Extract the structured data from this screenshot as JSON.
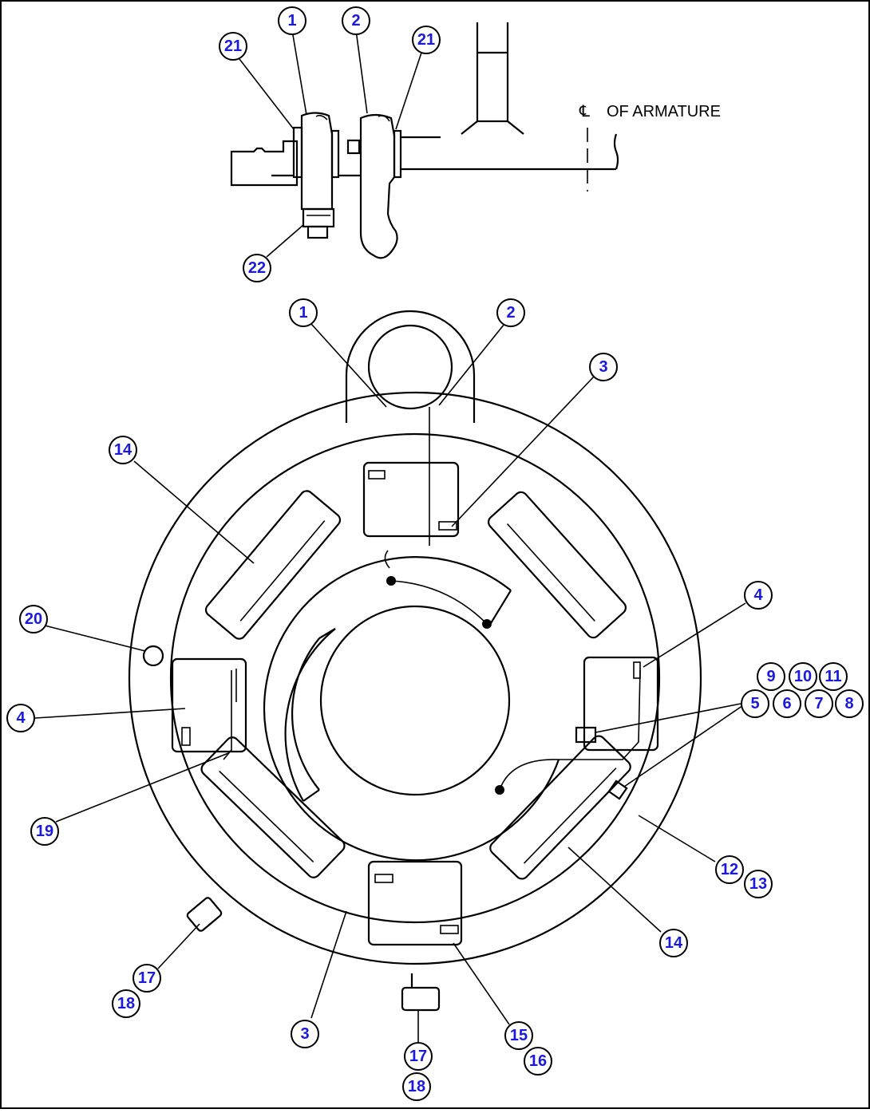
{
  "diagram": {
    "centerline_symbol": "℄",
    "centerline_label": "OF ARMATURE",
    "callouts": [
      {
        "id": "top-1",
        "label": "1"
      },
      {
        "id": "top-2",
        "label": "2"
      },
      {
        "id": "top-21-left",
        "label": "21"
      },
      {
        "id": "top-21-right",
        "label": "21"
      },
      {
        "id": "top-22",
        "label": "22"
      },
      {
        "id": "main-1",
        "label": "1"
      },
      {
        "id": "main-2",
        "label": "2"
      },
      {
        "id": "main-3-top",
        "label": "3"
      },
      {
        "id": "main-14-left",
        "label": "14"
      },
      {
        "id": "main-20",
        "label": "20"
      },
      {
        "id": "main-4-left",
        "label": "4"
      },
      {
        "id": "main-4-right",
        "label": "4"
      },
      {
        "id": "main-9",
        "label": "9"
      },
      {
        "id": "main-10",
        "label": "10"
      },
      {
        "id": "main-11",
        "label": "11"
      },
      {
        "id": "main-5",
        "label": "5"
      },
      {
        "id": "main-6",
        "label": "6"
      },
      {
        "id": "main-7",
        "label": "7"
      },
      {
        "id": "main-8",
        "label": "8"
      },
      {
        "id": "main-19",
        "label": "19"
      },
      {
        "id": "main-12",
        "label": "12"
      },
      {
        "id": "main-13",
        "label": "13"
      },
      {
        "id": "main-14-right",
        "label": "14"
      },
      {
        "id": "main-17-left",
        "label": "17"
      },
      {
        "id": "main-18-left",
        "label": "18"
      },
      {
        "id": "main-3-bottom",
        "label": "3"
      },
      {
        "id": "main-15",
        "label": "15"
      },
      {
        "id": "main-16",
        "label": "16"
      },
      {
        "id": "main-17-bottom",
        "label": "17"
      },
      {
        "id": "main-18-bottom",
        "label": "18"
      }
    ]
  }
}
